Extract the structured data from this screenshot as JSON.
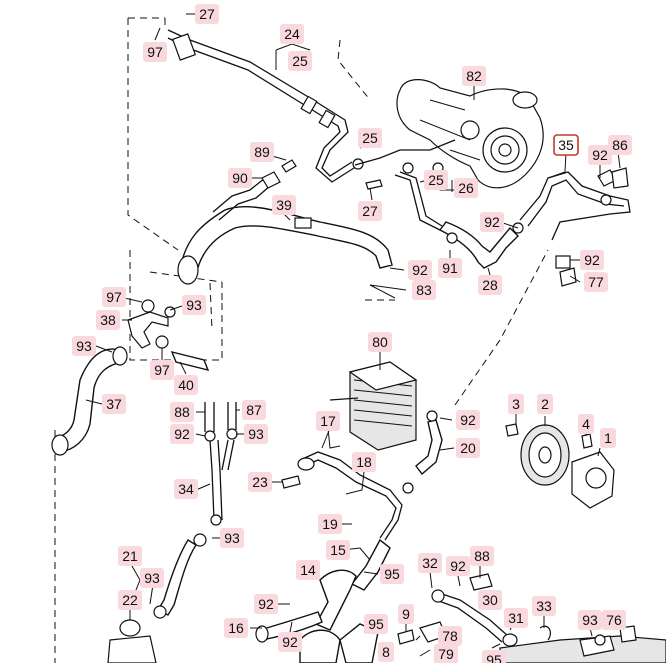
{
  "callouts": [
    {
      "id": "c27a",
      "text": "27"
    },
    {
      "id": "c97a",
      "text": "97"
    },
    {
      "id": "c24",
      "text": "24"
    },
    {
      "id": "c25a",
      "text": "25"
    },
    {
      "id": "c82",
      "text": "82"
    },
    {
      "id": "c25b",
      "text": "25"
    },
    {
      "id": "c35",
      "text": "35",
      "boxed": true
    },
    {
      "id": "c92a",
      "text": "92"
    },
    {
      "id": "c86",
      "text": "86"
    },
    {
      "id": "c89",
      "text": "89"
    },
    {
      "id": "c90",
      "text": "90"
    },
    {
      "id": "c25c",
      "text": "25"
    },
    {
      "id": "c26",
      "text": "26"
    },
    {
      "id": "c39",
      "text": "39"
    },
    {
      "id": "c27b",
      "text": "27"
    },
    {
      "id": "c92b",
      "text": "92"
    },
    {
      "id": "c92c",
      "text": "92"
    },
    {
      "id": "c77",
      "text": "77"
    },
    {
      "id": "c92d",
      "text": "92"
    },
    {
      "id": "c91",
      "text": "91"
    },
    {
      "id": "c28",
      "text": "28"
    },
    {
      "id": "c83",
      "text": "83"
    },
    {
      "id": "c97b",
      "text": "97"
    },
    {
      "id": "c93a",
      "text": "93"
    },
    {
      "id": "c38",
      "text": "38"
    },
    {
      "id": "c93b",
      "text": "93"
    },
    {
      "id": "c97c",
      "text": "97"
    },
    {
      "id": "c40",
      "text": "40"
    },
    {
      "id": "c80",
      "text": "80"
    },
    {
      "id": "c37",
      "text": "37"
    },
    {
      "id": "c88a",
      "text": "88"
    },
    {
      "id": "c87",
      "text": "87"
    },
    {
      "id": "c92e",
      "text": "92"
    },
    {
      "id": "c93c",
      "text": "93"
    },
    {
      "id": "c17",
      "text": "17"
    },
    {
      "id": "c92f",
      "text": "92"
    },
    {
      "id": "c3",
      "text": "3"
    },
    {
      "id": "c2",
      "text": "2"
    },
    {
      "id": "c4",
      "text": "4"
    },
    {
      "id": "c1",
      "text": "1"
    },
    {
      "id": "c20",
      "text": "20"
    },
    {
      "id": "c18",
      "text": "18"
    },
    {
      "id": "c23",
      "text": "23"
    },
    {
      "id": "c34",
      "text": "34"
    },
    {
      "id": "c19",
      "text": "19"
    },
    {
      "id": "c93d",
      "text": "93"
    },
    {
      "id": "c15",
      "text": "15"
    },
    {
      "id": "c21",
      "text": "21"
    },
    {
      "id": "c14",
      "text": "14"
    },
    {
      "id": "c95a",
      "text": "95"
    },
    {
      "id": "c32",
      "text": "32"
    },
    {
      "id": "c92g",
      "text": "92"
    },
    {
      "id": "c88b",
      "text": "88"
    },
    {
      "id": "c93e",
      "text": "93"
    },
    {
      "id": "c22",
      "text": "22"
    },
    {
      "id": "c92h",
      "text": "92"
    },
    {
      "id": "c30",
      "text": "30"
    },
    {
      "id": "c16",
      "text": "16"
    },
    {
      "id": "c92i",
      "text": "92"
    },
    {
      "id": "c9",
      "text": "9"
    },
    {
      "id": "c95b",
      "text": "95"
    },
    {
      "id": "c31",
      "text": "31"
    },
    {
      "id": "c33",
      "text": "33"
    },
    {
      "id": "c93f",
      "text": "93"
    },
    {
      "id": "c76",
      "text": "76"
    },
    {
      "id": "c8",
      "text": "8"
    },
    {
      "id": "c78",
      "text": "78"
    },
    {
      "id": "c79",
      "text": "79"
    },
    {
      "id": "c95c",
      "text": "95"
    }
  ]
}
